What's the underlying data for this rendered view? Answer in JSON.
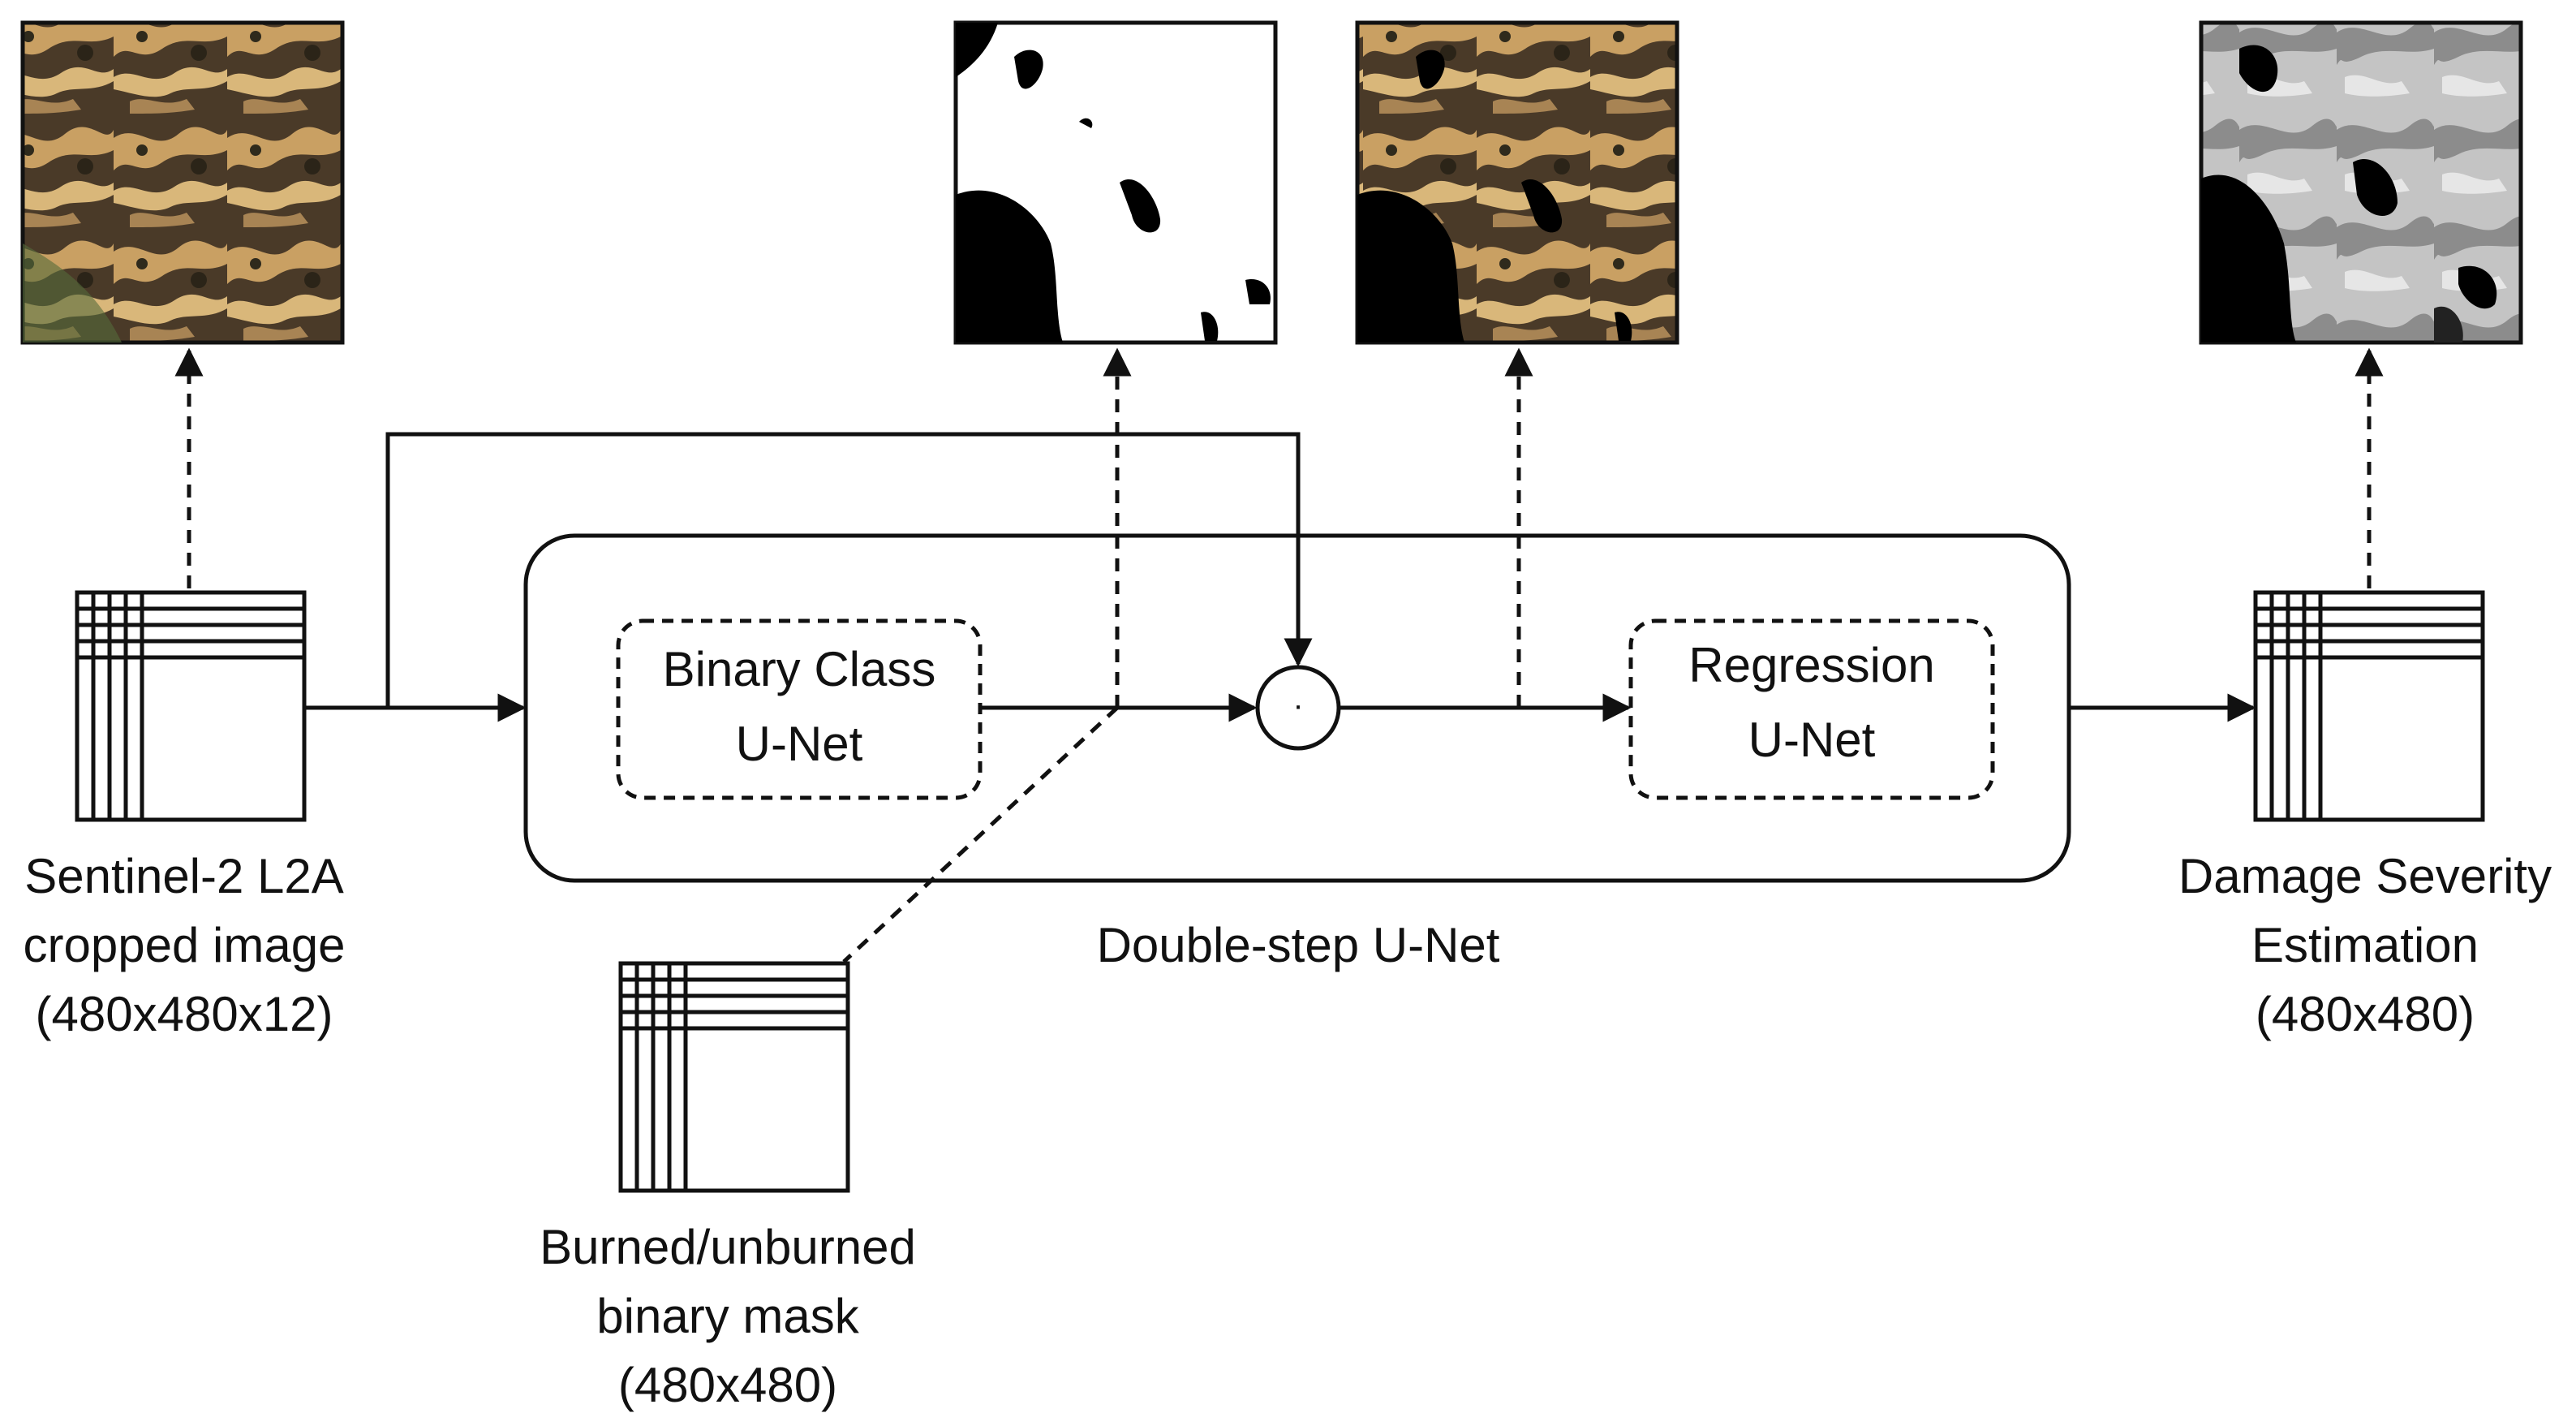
{
  "diagram": {
    "input_label": {
      "line1": "Sentinel-2 L2A",
      "line2": "cropped image",
      "line3": "(480x480x12)"
    },
    "mask_label": {
      "line1": "Burned/unburned",
      "line2": "binary mask",
      "line3": "(480x480)"
    },
    "output_label": {
      "line1": "Damage Severity",
      "line2": "Estimation",
      "line3": "(480x480)"
    },
    "container_label": "Double-step U-Net",
    "binary_block": {
      "line1": "Binary Class",
      "line2": "U-Net"
    },
    "regression_block": {
      "line1": "Regression",
      "line2": "U-Net"
    },
    "multiply_symbol": "·",
    "thumbnails": [
      {
        "name": "satellite-rgb-thumbnail",
        "kind": "satellite"
      },
      {
        "name": "binary-mask-thumbnail",
        "kind": "mask"
      },
      {
        "name": "masked-satellite-thumbnail",
        "kind": "masked"
      },
      {
        "name": "severity-map-thumbnail",
        "kind": "severity"
      }
    ],
    "colors": {
      "stroke": "#111111",
      "burned_tan": "#c9a063",
      "dark_terrain": "#3a2f22",
      "severity_light": "#bdbdbd",
      "severity_mid": "#8a8a8a"
    }
  }
}
